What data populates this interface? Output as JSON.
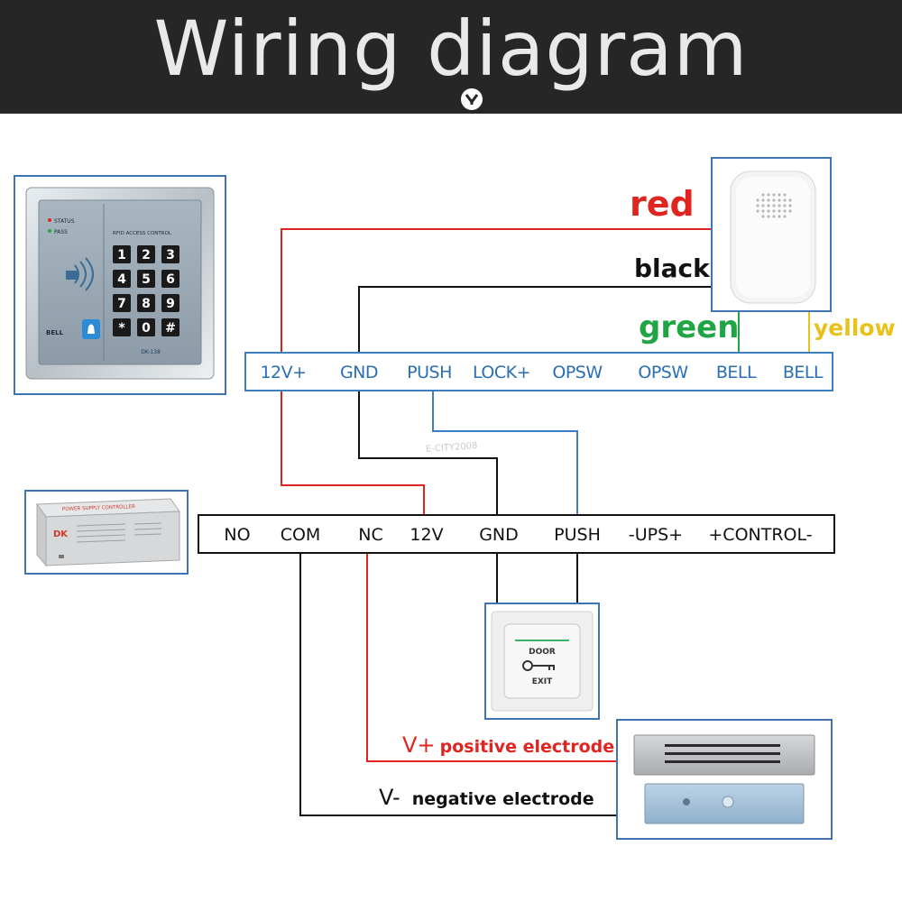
{
  "title": "Wiring diagram",
  "keypad_terminals": [
    "12V+",
    "GND",
    "PUSH",
    "LOCK+",
    "OPSW",
    "OPSW",
    "BELL",
    "BELL"
  ],
  "psu_terminals": [
    "NO",
    "COM",
    "NC",
    "12V",
    "GND",
    "PUSH",
    "-UPS+",
    "+CONTROL-"
  ],
  "wire_labels": {
    "red": "red",
    "black": "black",
    "green": "green",
    "yellow": "yellow"
  },
  "electrodes": {
    "positive_symbol": "V+",
    "positive_text": "positive electrode",
    "negative_symbol": "V-",
    "negative_text": "negative electrode"
  },
  "keypad": {
    "status_label": "STATUS",
    "pass_label": "PASS",
    "header_label": "RFID ACCESS CONTROL",
    "bell_label": "BELL",
    "model": "DK-138",
    "keys": [
      "1",
      "2",
      "3",
      "4",
      "5",
      "6",
      "7",
      "8",
      "9",
      "*",
      "0",
      "#"
    ]
  },
  "psu": {
    "label": "POWER SUPPLY CONTROLLER",
    "brand": "DK"
  },
  "exit_button": {
    "line1": "DOOR",
    "line2": "EXIT"
  },
  "watermark": "E-CITY2008",
  "colors": {
    "red": "#e0241f",
    "black": "#111111",
    "blue": "#3c7fc0",
    "green": "#1fa544",
    "yellow": "#e8c21a",
    "header": "#262626"
  }
}
